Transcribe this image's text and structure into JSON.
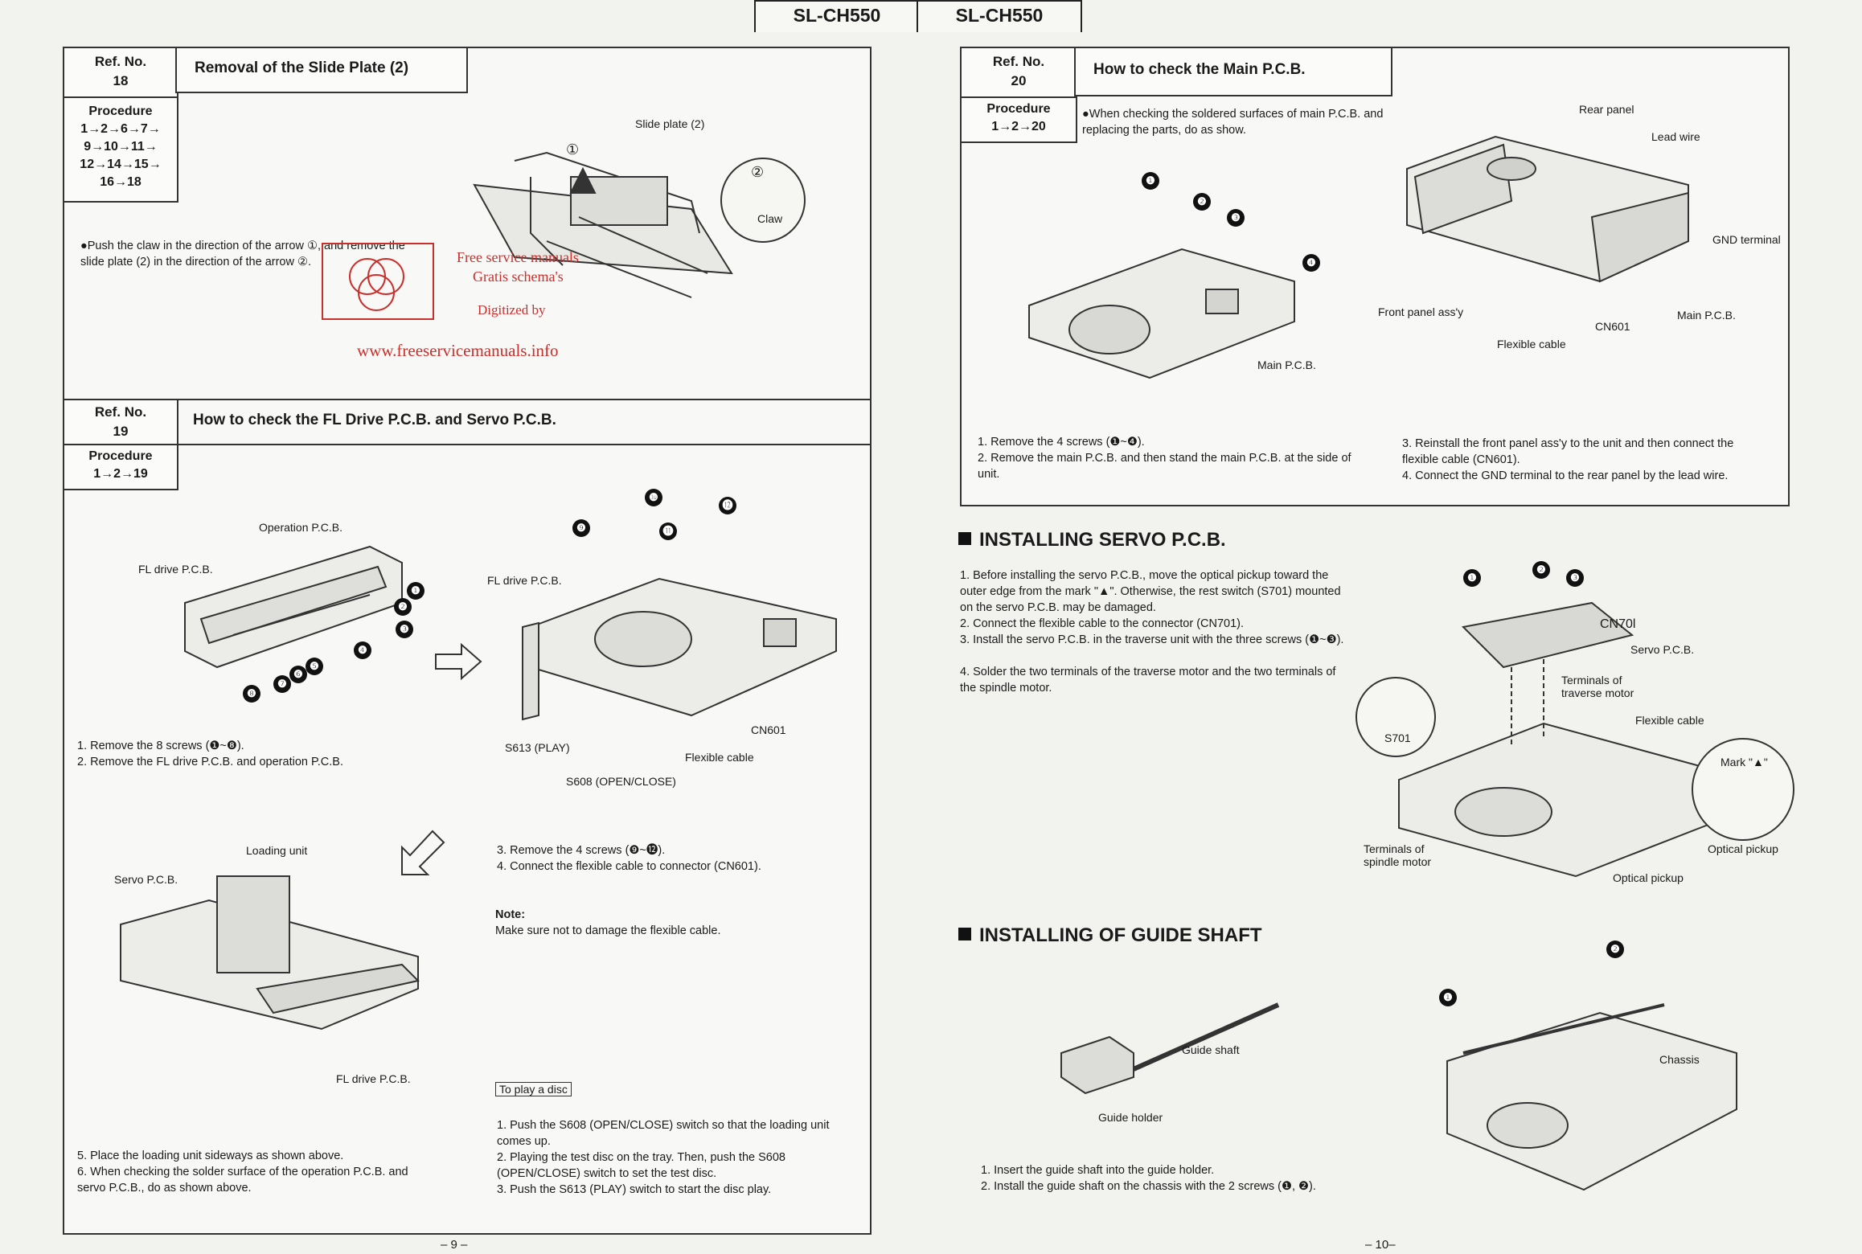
{
  "header": {
    "left_model": "SL-CH550",
    "right_model": "SL-CH550"
  },
  "ref_label": "Ref. No.",
  "proc_label": "Procedure",
  "s18": {
    "ref": "18",
    "title": "Removal of the Slide Plate (2)",
    "proc": [
      "1→2→6→7→",
      "9→10→11→",
      "12→14→15→",
      "16→18"
    ],
    "instruction": "●Push the claw in the direction of the arrow ①, and remove the slide plate (2) in the direction of the arrow ②.",
    "labels": {
      "slide": "Slide plate (2)",
      "claw": "Claw",
      "a1": "①",
      "a2": "②"
    }
  },
  "watermark": {
    "line1": "Free service manuals",
    "line2": "Gratis schema's",
    "line3": "Digitized by",
    "url": "www.freeservicemanuals.info"
  },
  "s19": {
    "ref": "19",
    "title": "How to check the FL Drive P.C.B. and Servo P.C.B.",
    "proc": "1→2→19",
    "labels": {
      "op": "Operation P.C.B.",
      "fl": "FL drive P.C.B.",
      "fl2": "FL drive P.C.B.",
      "s613": "S613 (PLAY)",
      "s608": "S608 (OPEN/CLOSE)",
      "cn601": "CN601",
      "flex": "Flexible cable",
      "loading": "Loading unit",
      "servo": "Servo P.C.B.",
      "fl3": "FL drive P.C.B."
    },
    "bullets_a": [
      "❶",
      "❷",
      "❸",
      "❹",
      "❺",
      "❻",
      "❼",
      "❽"
    ],
    "bullets_b": [
      "❾",
      "❿",
      "⓫",
      "⓬"
    ],
    "steps_a": [
      "1. Remove the 8 screws (❶~❽).",
      "2. Remove the FL drive P.C.B. and operation P.C.B."
    ],
    "steps_b": [
      "3. Remove the 4 screws (❾~⓬).",
      "4. Connect the flexible cable to connector (CN601)."
    ],
    "note_label": "Note:",
    "note": "Make sure not to damage the flexible cable.",
    "steps_c": [
      "5. Place the loading unit sideways as shown above.",
      "6. When checking the solder surface of the operation P.C.B. and servo P.C.B., do as shown above."
    ],
    "play_label": "To play a disc",
    "play_steps": [
      "1. Push the S608 (OPEN/CLOSE) switch so that the loading unit comes up.",
      "2. Playing the test disc on the tray. Then, push the S608 (OPEN/CLOSE) switch to set the test disc.",
      "3. Push the S613 (PLAY) switch to start the disc play."
    ]
  },
  "s20": {
    "ref": "20",
    "title": "How to check the Main P.C.B.",
    "proc": "1→2→20",
    "instruction": "●When checking the soldered surfaces of main P.C.B. and replacing the parts, do as show.",
    "labels": {
      "main": "Main P.C.B.",
      "rear": "Rear panel",
      "lead": "Lead wire",
      "gnd": "GND terminal",
      "front": "Front panel ass'y",
      "cn601": "CN601",
      "main2": "Main P.C.B.",
      "flex": "Flexible cable"
    },
    "bullets": [
      "❶",
      "❷",
      "❸",
      "❹"
    ],
    "steps_a": [
      "1. Remove the 4 screws (❶~❹).",
      "2. Remove the main P.C.B. and then stand the main P.C.B. at the side of unit."
    ],
    "steps_b": [
      "3. Reinstall the front panel ass'y to the unit and then connect the flexible cable (CN601).",
      "4. Connect the GND terminal to the rear panel by the lead wire."
    ]
  },
  "servo": {
    "title": "INSTALLING SERVO P.C.B.",
    "steps": [
      "1. Before installing the servo P.C.B., move the optical pickup toward the outer edge from the mark \"▲\". Otherwise, the rest switch (S701) mounted on the servo P.C.B. may be damaged.",
      "2. Connect the flexible cable to the connector (CN701).",
      "3. Install the servo P.C.B. in the traverse unit with the three screws (❶~❸).",
      "4. Solder the two terminals of the traverse motor and the two terminals of the spindle motor."
    ],
    "labels": {
      "cn701": "CN70l",
      "servo": "Servo P.C.B.",
      "term": "Terminals of traverse motor",
      "flex": "Flexible cable",
      "s701": "S701",
      "mark": "Mark \"▲\"",
      "optical": "Optical pickup",
      "optical2": "Optical pickup",
      "spindle": "Terminals of spindle motor"
    },
    "bullets": [
      "❶",
      "❷",
      "❸"
    ]
  },
  "guide": {
    "title": "INSTALLING OF GUIDE SHAFT",
    "labels": {
      "shaft": "Guide shaft",
      "holder": "Guide holder",
      "chassis": "Chassis"
    },
    "bullets": [
      "❶",
      "❷"
    ],
    "steps": [
      "1. Insert the guide shaft into the guide holder.",
      "2. Install the guide shaft on the chassis with the 2 screws (❶, ❷)."
    ]
  },
  "footer": {
    "left": "– 9 –",
    "right": "– 10–"
  }
}
